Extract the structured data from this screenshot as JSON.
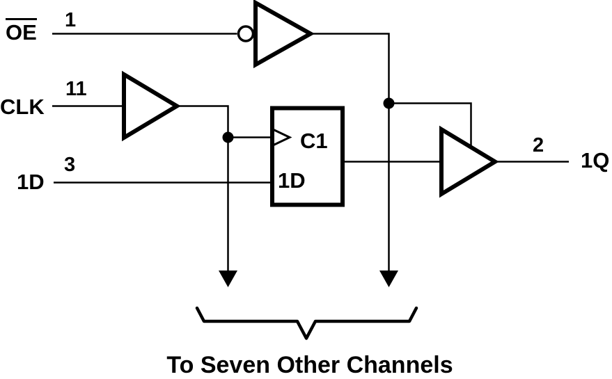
{
  "diagram": {
    "colors": {
      "background": "#ffffff",
      "line": "#000000"
    },
    "inputs": {
      "oe": {
        "label": "OE",
        "overline": true,
        "pin": "1"
      },
      "clk": {
        "label": "CLK",
        "overline": false,
        "pin": "11"
      },
      "d": {
        "label": "1D",
        "overline": false,
        "pin": "3"
      }
    },
    "flipflop": {
      "clock_label": "C1",
      "data_label": "1D"
    },
    "output": {
      "pin": "2",
      "label": "1Q"
    },
    "caption": "To Seven Other Channels"
  }
}
